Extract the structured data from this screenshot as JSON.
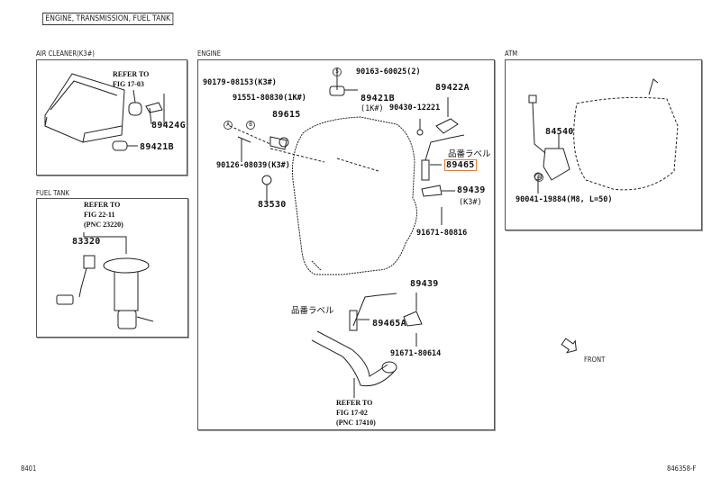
{
  "header": {
    "title": "ENGINE, TRANSMISSION, FUEL TANK"
  },
  "sections": {
    "air_cleaner": {
      "title": "AIR CLEANER(K3#)",
      "refer": [
        "REFER TO",
        "FIG 17-03"
      ],
      "parts": [
        "89424G",
        "89421B"
      ]
    },
    "fuel_tank": {
      "title": "FUEL TANK",
      "refer": [
        "REFER TO",
        "FIG 22-11",
        "(PNC 23220)"
      ],
      "parts": [
        "83320"
      ]
    },
    "engine": {
      "title": "ENGINE",
      "parts": {
        "p90163": "90163-60025(2)",
        "p90179": "90179-08153(K3#)",
        "p89422a": "89422A",
        "p91551": "91551-80830(1K#)",
        "p89421b": "89421B",
        "p89421b_note": "(1K#)",
        "p90430": "90430-12221",
        "p89615": "89615",
        "label_jp_1": "品番ラベル",
        "p89465": "89465",
        "p90126": "90126-08039(K3#)",
        "p89439_1": "89439",
        "p89439_1_note": "(K3#)",
        "p83530": "83530",
        "p91671_1": "91671-80816",
        "p89439_2": "89439",
        "label_jp_2": "品番ラベル",
        "p89465a": "89465A",
        "p91671_2": "91671-80614"
      },
      "callouts": {
        "a": "A",
        "b": "B",
        "s": "S"
      },
      "refer": [
        "REFER TO",
        "FIG 17-02",
        "(PNC 17410)"
      ],
      "highlight_color": "#e07b39"
    },
    "atm": {
      "title": "ATM",
      "parts": [
        "84540",
        "90041-19884(M8, L=50)"
      ],
      "callout": "B"
    }
  },
  "front_label": "FRONT",
  "footer": {
    "left": "8401",
    "right": "846358-F"
  }
}
